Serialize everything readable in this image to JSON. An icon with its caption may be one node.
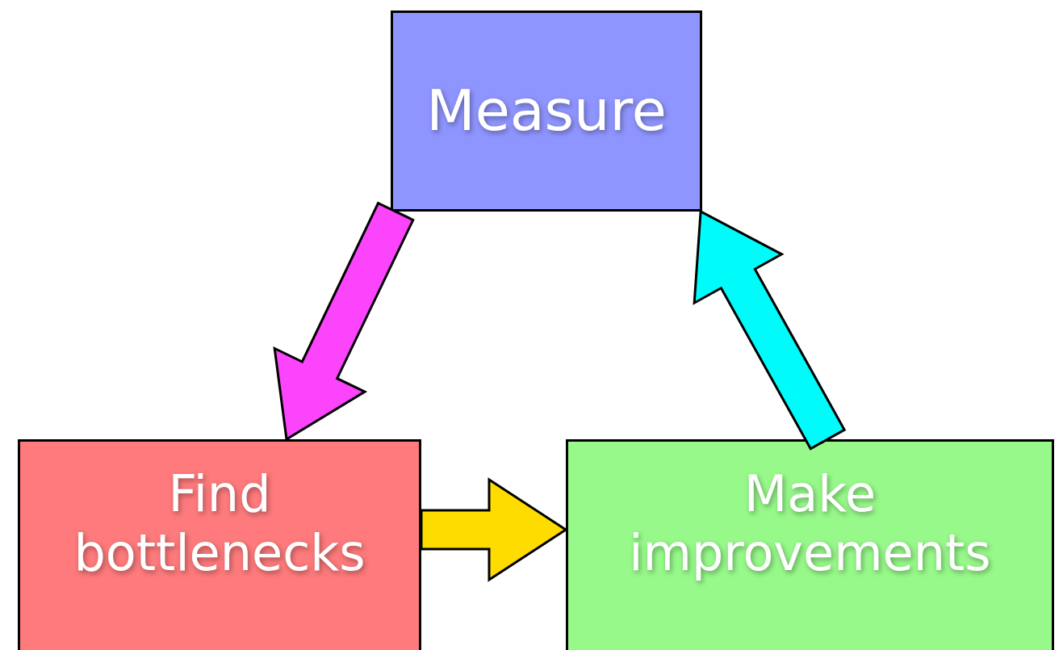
{
  "diagram": {
    "nodes": [
      {
        "text": [
          "Measure"
        ]
      },
      {
        "text": [
          "Find bottlenecks"
        ]
      },
      {
        "text": [
          "Make improvements"
        ]
      }
    ],
    "edges": [
      {
        "from": 0,
        "to": 1,
        "arrow": "to",
        "style": "thick",
        "color": "#fb44fb"
      },
      {
        "from": 1,
        "to": 2,
        "arrow": "to",
        "style": "thick",
        "color": "#fedc00"
      },
      {
        "from": 2,
        "to": 0,
        "arrow": "to",
        "style": "thick",
        "color": "#00fbfb"
      }
    ]
  }
}
